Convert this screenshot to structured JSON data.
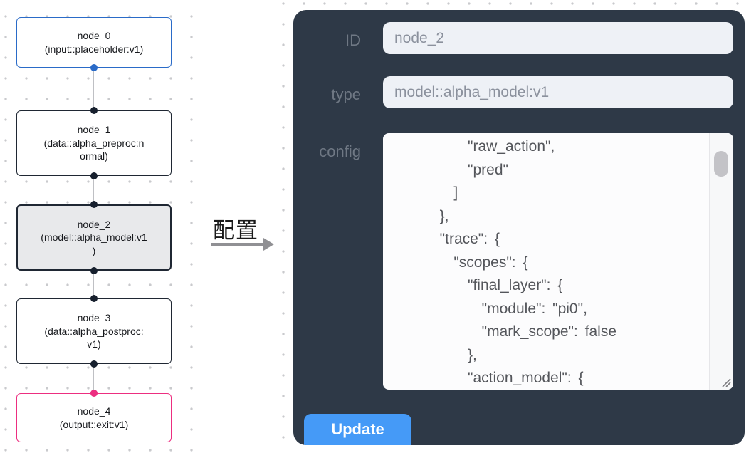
{
  "flow": {
    "nodes": [
      {
        "id": "node_0",
        "label": "node_0\n(input::placeholder:v1)",
        "variant": "input"
      },
      {
        "id": "node_1",
        "label": "node_1\n(data::alpha_preproc:n\normal)",
        "variant": "default"
      },
      {
        "id": "node_2",
        "label": "node_2\n(model::alpha_model:v1\n)",
        "variant": "selected"
      },
      {
        "id": "node_3",
        "label": "node_3\n(data::alpha_postproc:\nv1)",
        "variant": "default"
      },
      {
        "id": "node_4",
        "label": "node_4\n(output::exit:v1)",
        "variant": "output"
      }
    ],
    "colors": {
      "input_border": "#2a6bc8",
      "default_border": "#1f2733",
      "output_border": "#ec2e80",
      "selected_bg": "#e8e9eb",
      "connector": "#bfc0c4"
    }
  },
  "transfer": {
    "label": "配置",
    "arrow_color": "#909094"
  },
  "panel": {
    "bg_color": "#2e3947",
    "fields": [
      {
        "label": "ID",
        "value": "node_2"
      },
      {
        "label": "type",
        "value": "model::alpha_model:v1"
      }
    ],
    "config": {
      "label": "config",
      "text": "      \"raw_action\",\n      \"pred\"\n    ]\n  },\n  \"trace\": {\n    \"scopes\": {\n      \"final_layer\": {\n        \"module\": \"pi0\",\n        \"mark_scope\": false\n      },\n      \"action_model\": {"
    },
    "update": {
      "label": "Update",
      "color": "#459af7"
    }
  }
}
